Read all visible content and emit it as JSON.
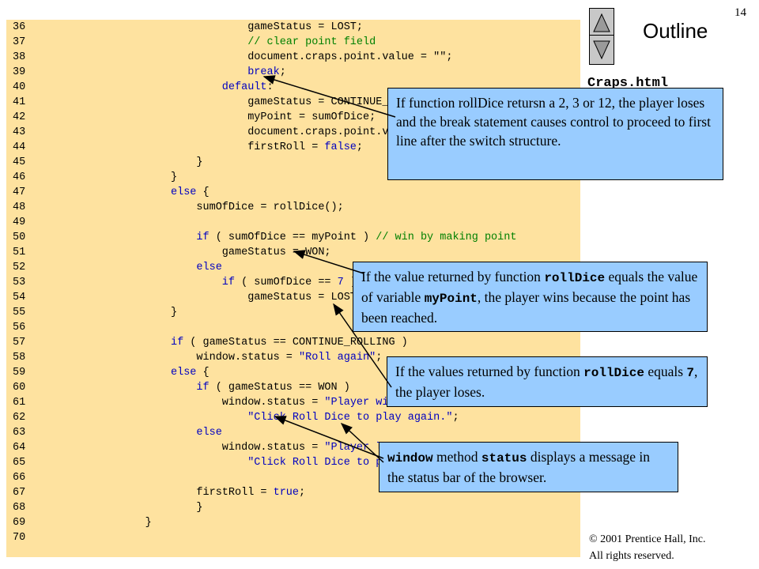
{
  "slide": {
    "page_number": "14",
    "outline_title": "Outline",
    "filename": "Craps.html",
    "copyright_line1": "© 2001 Prentice Hall, Inc.",
    "copyright_line2": "All rights reserved."
  },
  "code_lines": [
    {
      "n": "36",
      "indent": 32,
      "parts": [
        [
          "gameStatus = LOST;",
          ""
        ]
      ]
    },
    {
      "n": "37",
      "indent": 32,
      "parts": [
        [
          "// clear point field",
          "cm"
        ]
      ]
    },
    {
      "n": "38",
      "indent": 32,
      "parts": [
        [
          "document.craps.point.value = \"\";",
          ""
        ]
      ]
    },
    {
      "n": "39",
      "indent": 32,
      "parts": [
        [
          "break",
          "kw"
        ],
        [
          ";",
          ""
        ]
      ]
    },
    {
      "n": "40",
      "indent": 28,
      "parts": [
        [
          "default",
          "kw"
        ],
        [
          ":",
          ""
        ]
      ]
    },
    {
      "n": "41",
      "indent": 32,
      "parts": [
        [
          "gameStatus = CONTINUE_ROLLING;",
          ""
        ]
      ]
    },
    {
      "n": "42",
      "indent": 32,
      "parts": [
        [
          "myPoint = sumOfDice;",
          ""
        ]
      ]
    },
    {
      "n": "43",
      "indent": 32,
      "parts": [
        [
          "document.craps.point.value = myPoint;",
          ""
        ]
      ]
    },
    {
      "n": "44",
      "indent": 32,
      "parts": [
        [
          "firstRoll = ",
          ""
        ],
        [
          "false",
          "kw"
        ],
        [
          ";",
          ""
        ]
      ]
    },
    {
      "n": "45",
      "indent": 24,
      "parts": [
        [
          "}",
          ""
        ]
      ]
    },
    {
      "n": "46",
      "indent": 20,
      "parts": [
        [
          "}",
          ""
        ]
      ]
    },
    {
      "n": "47",
      "indent": 20,
      "parts": [
        [
          "else",
          "kw"
        ],
        [
          " {",
          ""
        ]
      ]
    },
    {
      "n": "48",
      "indent": 24,
      "parts": [
        [
          "sumOfDice = rollDice();",
          ""
        ]
      ]
    },
    {
      "n": "49",
      "indent": 0,
      "parts": []
    },
    {
      "n": "50",
      "indent": 24,
      "parts": [
        [
          "if",
          "kw"
        ],
        [
          " ( sumOfDice == myPoint ) ",
          ""
        ],
        [
          "// win by making point",
          "cm"
        ]
      ]
    },
    {
      "n": "51",
      "indent": 28,
      "parts": [
        [
          "gameStatus = WON;",
          ""
        ]
      ]
    },
    {
      "n": "52",
      "indent": 24,
      "parts": [
        [
          "else",
          "kw"
        ]
      ]
    },
    {
      "n": "53",
      "indent": 28,
      "parts": [
        [
          "if",
          "kw"
        ],
        [
          " ( sumOfDice == ",
          ""
        ],
        [
          "7",
          "kw"
        ],
        [
          " ) ",
          ""
        ]
      ]
    },
    {
      "n": "54",
      "indent": 32,
      "parts": [
        [
          "gameStatus = LOST;",
          ""
        ]
      ]
    },
    {
      "n": "55",
      "indent": 20,
      "parts": [
        [
          "}",
          ""
        ]
      ]
    },
    {
      "n": "56",
      "indent": 0,
      "parts": []
    },
    {
      "n": "57",
      "indent": 20,
      "parts": [
        [
          "if",
          "kw"
        ],
        [
          " ( gameStatus == CONTINUE_ROLLING )",
          ""
        ]
      ]
    },
    {
      "n": "58",
      "indent": 24,
      "parts": [
        [
          "window.status = ",
          ""
        ],
        [
          "\"Roll again\"",
          "kw"
        ],
        [
          ";",
          ""
        ]
      ]
    },
    {
      "n": "59",
      "indent": 20,
      "parts": [
        [
          "else",
          "kw"
        ],
        [
          " {",
          ""
        ]
      ]
    },
    {
      "n": "60",
      "indent": 24,
      "parts": [
        [
          "if",
          "kw"
        ],
        [
          " ( gameStatus == WON )",
          ""
        ]
      ]
    },
    {
      "n": "61",
      "indent": 28,
      "parts": [
        [
          "window.status = ",
          ""
        ],
        [
          "\"Player wins. \"",
          "kw"
        ],
        [
          " +",
          ""
        ]
      ]
    },
    {
      "n": "62",
      "indent": 32,
      "parts": [
        [
          "\"Click Roll Dice to play again.\"",
          "kw"
        ],
        [
          ";",
          ""
        ]
      ]
    },
    {
      "n": "63",
      "indent": 24,
      "parts": [
        [
          "else",
          "kw"
        ]
      ]
    },
    {
      "n": "64",
      "indent": 28,
      "parts": [
        [
          "window.status = ",
          ""
        ],
        [
          "\"Player loses. \"",
          "kw"
        ],
        [
          " +",
          ""
        ]
      ]
    },
    {
      "n": "65",
      "indent": 32,
      "parts": [
        [
          "\"Click Roll Dice to play again.\"",
          "kw"
        ],
        [
          ";",
          ""
        ]
      ]
    },
    {
      "n": "66",
      "indent": 0,
      "parts": []
    },
    {
      "n": "67",
      "indent": 24,
      "parts": [
        [
          "firstRoll = ",
          ""
        ],
        [
          "true",
          "kw"
        ],
        [
          ";",
          ""
        ]
      ]
    },
    {
      "n": "68",
      "indent": 24,
      "parts": [
        [
          "}",
          ""
        ]
      ]
    },
    {
      "n": "69",
      "indent": 16,
      "parts": [
        [
          "}",
          ""
        ]
      ]
    },
    {
      "n": "70",
      "indent": 0,
      "parts": []
    }
  ],
  "callouts": {
    "break": "If function rollDice retursn a 2, 3 or 12, the player loses and the break statement causes control to proceed to first line after the switch structure.",
    "win_pre": "If the value returned by function ",
    "win_code1": "rollDice",
    "win_mid": " equals the value of variable ",
    "win_code2": "myPoint",
    "win_post": ", the player wins because the point has been reached.",
    "lose_pre": "If the values returned by function ",
    "lose_code1": "rollDice",
    "lose_mid": " equals ",
    "lose_code2": "7",
    "lose_post": ", the player loses.",
    "status_code1": "window",
    "status_mid": " method ",
    "status_code2": "status",
    "status_post": " displays a message in the status bar of the browser."
  },
  "colors": {
    "code_bg": "#fee29f",
    "callout_bg": "#99ccff",
    "keyword": "#0000c0",
    "comment": "#008000"
  },
  "icons": [
    "triangle-up-icon",
    "triangle-down-icon"
  ]
}
